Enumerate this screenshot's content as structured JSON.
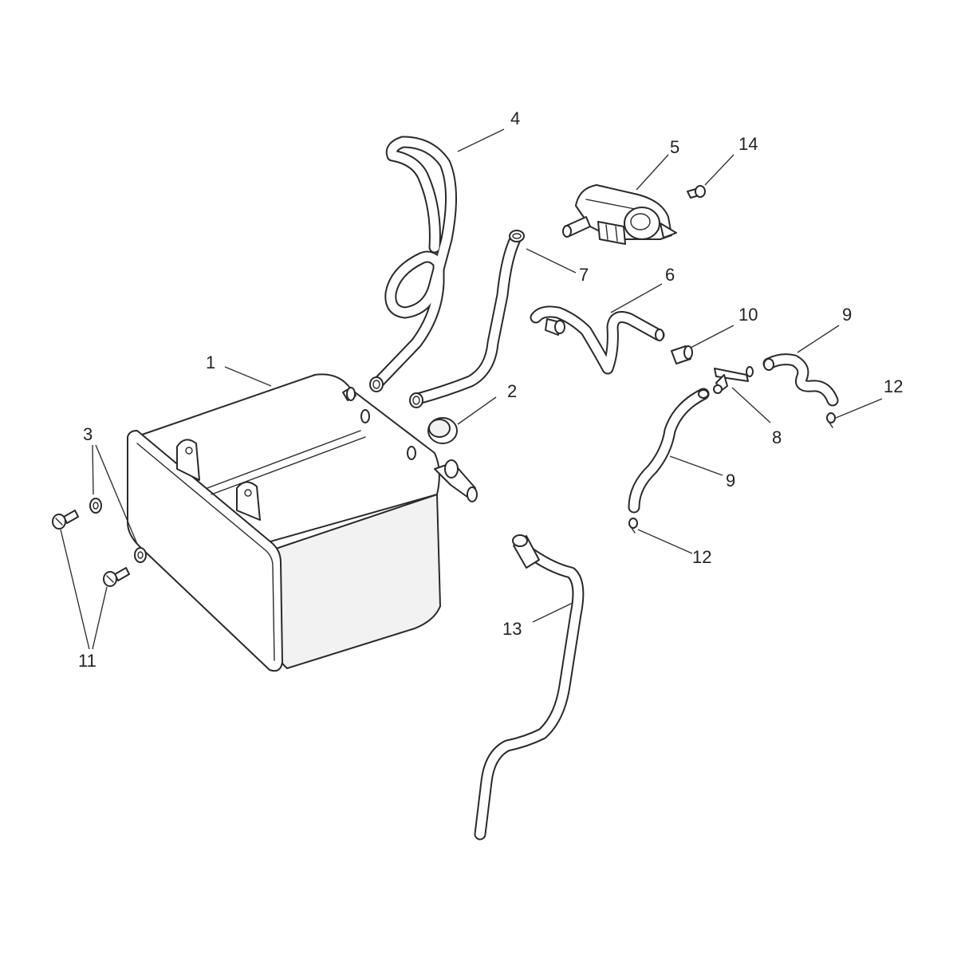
{
  "diagram": {
    "callouts": [
      "1",
      "2",
      "3",
      "4",
      "5",
      "6",
      "7",
      "8",
      "9",
      "9",
      "10",
      "11",
      "12",
      "12",
      "13",
      "14"
    ]
  }
}
